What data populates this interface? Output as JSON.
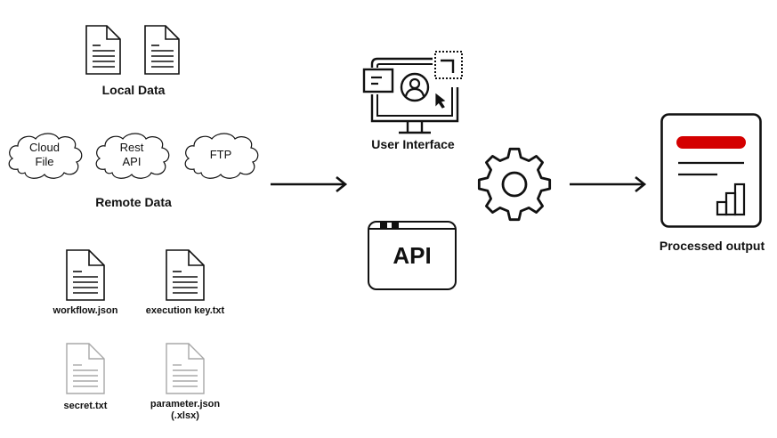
{
  "colors": {
    "stroke": "#111111",
    "faded_stroke": "#a8a8a8",
    "accent": "#d40000"
  },
  "local_data": {
    "label": "Local Data",
    "icons": [
      "document-icon",
      "document-icon"
    ]
  },
  "remote_data": {
    "label": "Remote Data",
    "sources": [
      {
        "label": "Cloud\nFile",
        "icon": "cloud-icon"
      },
      {
        "label": "Rest\nAPI",
        "icon": "cloud-icon"
      },
      {
        "label": "FTP",
        "icon": "cloud-icon"
      }
    ]
  },
  "files": [
    {
      "name": "workflow.json",
      "state": "active"
    },
    {
      "name": "execution key.txt",
      "state": "active"
    },
    {
      "name": "secret.txt",
      "state": "faded"
    },
    {
      "name": "parameter.json\n(.xlsx)",
      "state": "faded"
    }
  ],
  "interfaces": {
    "ui_label": "User Interface",
    "api_label": "API"
  },
  "processing": {
    "icon": "gear-icon"
  },
  "output": {
    "label": "Processed output",
    "icon": "report-icon"
  }
}
